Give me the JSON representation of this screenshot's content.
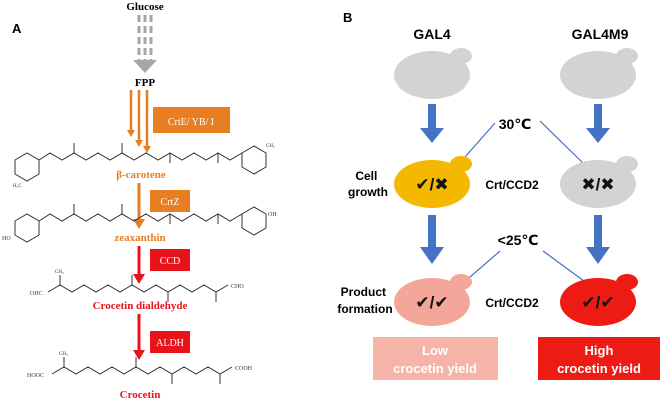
{
  "panel_a": {
    "label": "A",
    "glucose": "Glucose",
    "fpp": "FPP",
    "enzymes": {
      "crt_eybi": "CrtE/ YB/ I",
      "crtz": "CrtZ",
      "ccd": "CCD",
      "aldh": "ALDH"
    },
    "compounds": {
      "beta_carotene": "β-carotene",
      "zeaxanthin": "zeaxanthin",
      "crocetin_dialdehyde": "Crocetin dialdehyde",
      "crocetin": "Crocetin"
    },
    "atoms": {
      "ch3": "CH₃",
      "h3c": "H₃C",
      "oh": "OH",
      "ho": "HO",
      "cho": "CHO",
      "ohc": "OHC",
      "cooh": "COOH",
      "hooc": "HOOC"
    },
    "colors": {
      "orange": "#e87e22",
      "red": "#e8141c",
      "grey_arrow": "#a6a6a6"
    }
  },
  "panel_b": {
    "label": "B",
    "strains": {
      "left": "GAL4",
      "right": "GAL4M9"
    },
    "temp_high": "30℃",
    "temp_low": "<25℃",
    "rows": {
      "cell_growth": "Cell\ngrowth",
      "product_formation": "Product\nformation"
    },
    "crt_ccd2_top": "Crt/CCD2",
    "crt_ccd2_bottom": "Crt/CCD2",
    "marks": {
      "gal4_growth": "✔/✖",
      "gal4m9_growth": "✖/✖",
      "gal4_product": "✔/✔",
      "gal4m9_product": "✔/✔"
    },
    "yield_low": [
      "Low",
      "crocetin yield"
    ],
    "yield_high": [
      "High",
      "crocetin yield"
    ],
    "colors": {
      "cell_grey": "#d3d3d3",
      "cell_yellow": "#f5b800",
      "cell_pink": "#f4a69b",
      "cell_red": "#ee1b14",
      "arrow_blue": "#4472c4",
      "low_box": "#f6b4a9",
      "high_box": "#ee1b14"
    }
  }
}
